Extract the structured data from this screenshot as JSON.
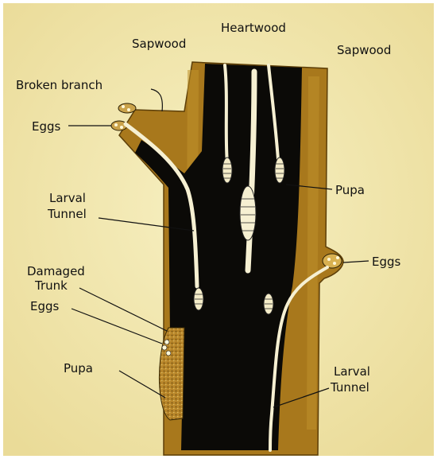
{
  "labels": {
    "heartwood": "Heartwood",
    "sapwood_left": "Sapwood",
    "sapwood_right": "Sapwood",
    "broken_branch": "Broken branch",
    "eggs_branch": "Eggs",
    "pupa_right": "Pupa",
    "larval_tunnel_left_1": "Larval",
    "larval_tunnel_left_2": "Tunnel",
    "eggs_right": "Eggs",
    "damaged_trunk_1": "Damaged",
    "damaged_trunk_2": "Trunk",
    "eggs_left": "Eggs",
    "pupa_left": "Pupa",
    "larval_tunnel_right_1": "Larval",
    "larval_tunnel_right_2": "Tunnel"
  },
  "colors": {
    "paper": "#f4ecb4",
    "sapwood": "#a8781c",
    "heartwood": "#0b0a07",
    "tunnel": "#f6f0d2",
    "label_line": "#111111"
  }
}
